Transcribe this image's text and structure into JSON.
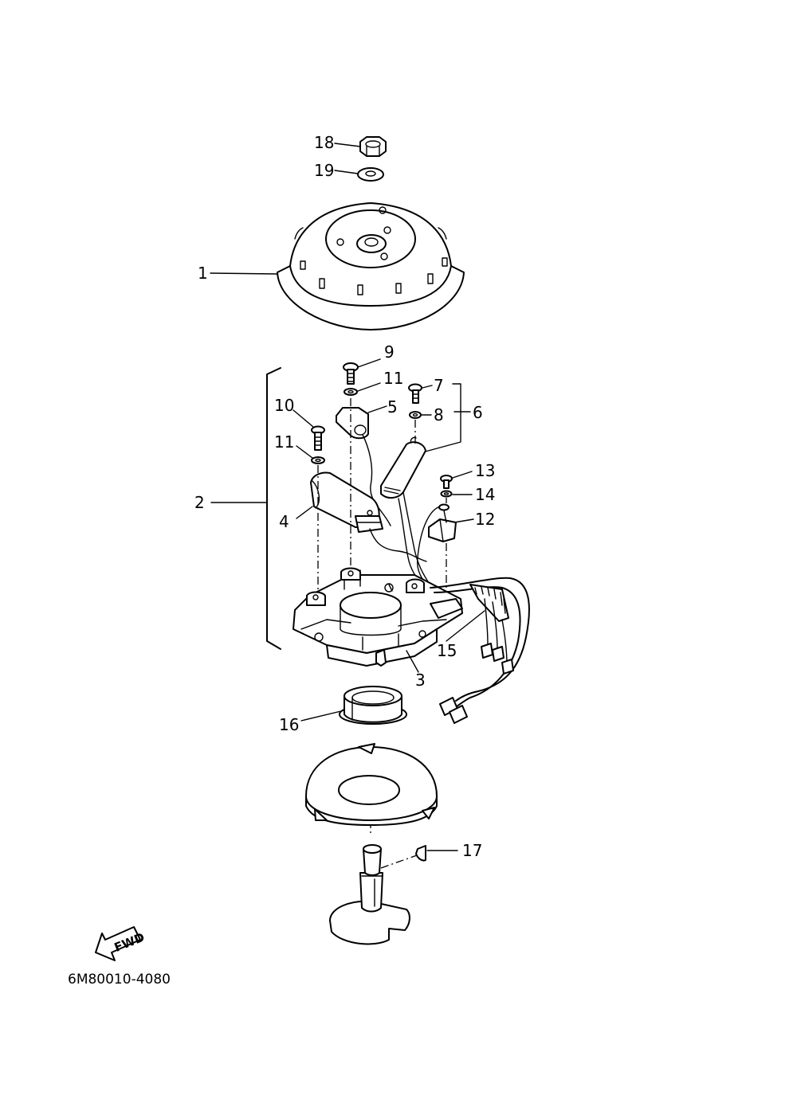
{
  "diagram": {
    "part_labels": {
      "p1": "1",
      "p2": "2",
      "p3": "3",
      "p4": "4",
      "p5": "5",
      "p6": "6",
      "p7": "7",
      "p8": "8",
      "p9": "9",
      "p10": "10",
      "p11a": "11",
      "p11b": "11",
      "p12": "12",
      "p13": "13",
      "p14": "14",
      "p15": "15",
      "p16": "16",
      "p17": "17",
      "p18": "18",
      "p19": "19"
    },
    "direction_text": "FWD",
    "drawing_code": "6M80010-4080"
  }
}
